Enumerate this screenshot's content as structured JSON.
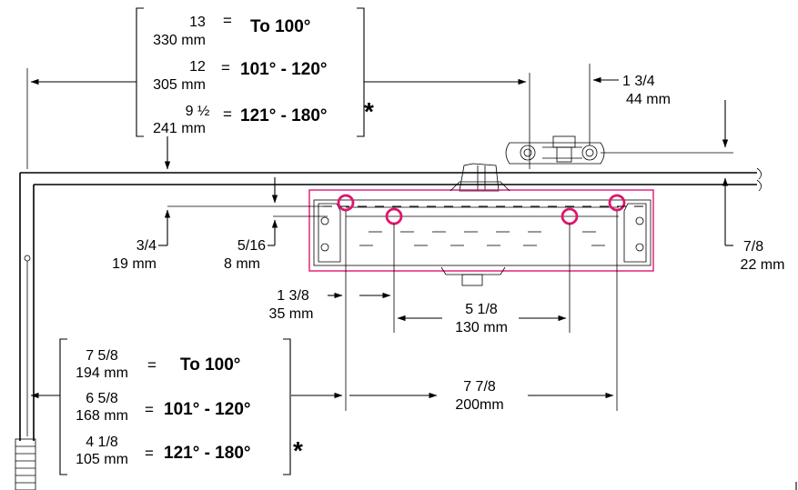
{
  "colors": {
    "outline": "#e0156e",
    "ink": "#000000"
  },
  "top_table": {
    "rows": [
      {
        "inch": "13",
        "mm": "330 mm",
        "eq": "=",
        "range": "To 100°",
        "star": ""
      },
      {
        "inch": "12",
        "mm": "305 mm",
        "eq": "=",
        "range": "101° - 120°",
        "star": ""
      },
      {
        "inch": "9 ½",
        "mm": "241 mm",
        "eq": "=",
        "range": "121° - 180°",
        "star": "*"
      }
    ]
  },
  "bottom_table": {
    "rows": [
      {
        "inch": "7 5/8",
        "mm": "194 mm",
        "eq": "=",
        "range": "To 100°",
        "star": ""
      },
      {
        "inch": "6 5/8",
        "mm": "168 mm",
        "eq": "=",
        "range": "101° - 120°",
        "star": ""
      },
      {
        "inch": "4 1/8",
        "mm": "105 mm",
        "eq": "=",
        "range": "121° - 180°",
        "star": "*"
      }
    ]
  },
  "dimensions": {
    "d_1_3_4": {
      "inch": "1 3/4",
      "mm": "44 mm"
    },
    "d_3_4": {
      "inch": "3/4",
      "mm": "19 mm"
    },
    "d_5_16": {
      "inch": "5/16",
      "mm": "8 mm"
    },
    "d_7_8": {
      "inch": "7/8",
      "mm": "22 mm"
    },
    "d_1_3_8": {
      "inch": "1 3/8",
      "mm": "35 mm"
    },
    "d_5_1_8": {
      "inch": "5 1/8",
      "mm": "130 mm"
    },
    "d_7_7_8": {
      "inch": "7 7/8",
      "mm": "200mm"
    }
  }
}
